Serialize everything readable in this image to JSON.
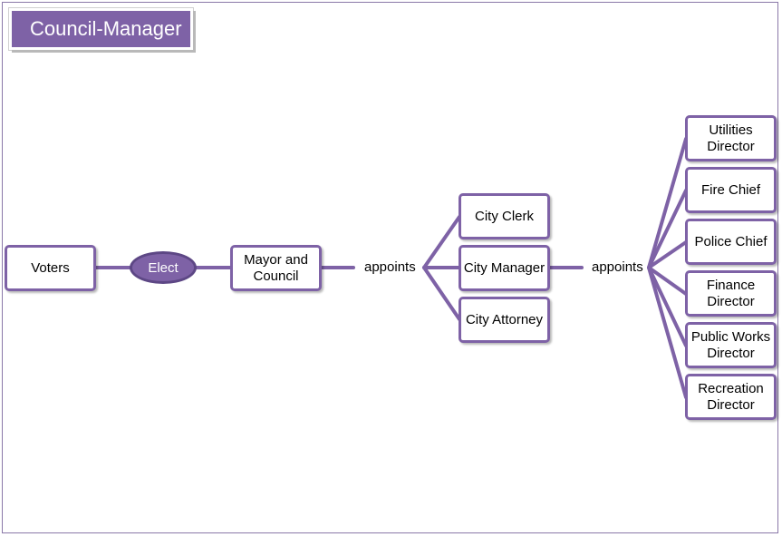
{
  "title": "Council-Manager",
  "edge_color": "#7e62a6",
  "nodes": {
    "voters": "Voters",
    "elect": "Elect",
    "mayor_council": "Mayor and Council",
    "appoints_1": "appoints",
    "city_clerk": "City Clerk",
    "city_manager": "City Manager",
    "city_attorney": "City Attorney",
    "appoints_2": "appoints",
    "utilities_director": "Utilities Director",
    "fire_chief": "Fire Chief",
    "police_chief": "Police Chief",
    "finance_director": "Finance Director",
    "public_works_director": "Public Works Director",
    "recreation_director": "Recreation Director"
  }
}
